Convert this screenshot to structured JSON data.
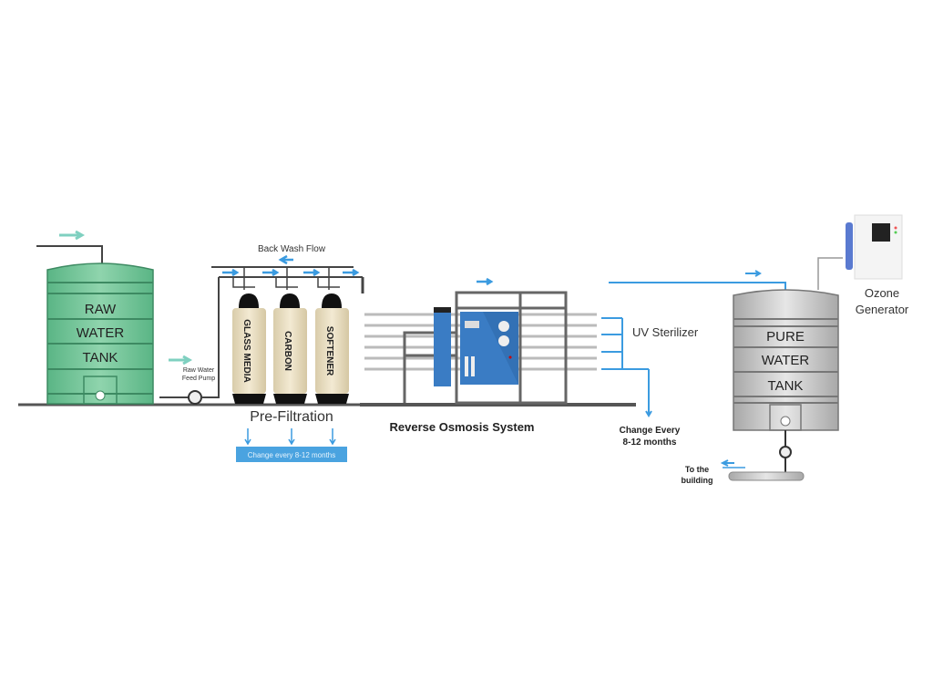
{
  "raw_tank": {
    "lines": [
      "RAW",
      "WATER",
      "TANK"
    ],
    "color": "#6fc294"
  },
  "pump_label": [
    "Raw Water",
    "Feed Pump"
  ],
  "backwash_label": "Back Wash Flow",
  "vessels": [
    "GLASS MEDIA",
    "CARBON",
    "SOFTENER"
  ],
  "prefiltration": {
    "title": "Pre-Filtration",
    "note": "Change every 8-12 months"
  },
  "ro": {
    "title": "Reverse Osmosis System",
    "panel_color": "#3a7cc4"
  },
  "uv": {
    "title": "UV Sterilizer",
    "note": [
      "Change Every",
      "8-12 months"
    ]
  },
  "pure_tank": {
    "lines": [
      "PURE",
      "WATER",
      "TANK"
    ],
    "color": "#c9c9c9"
  },
  "ozone": {
    "lines": [
      "Ozone",
      "Generator"
    ]
  },
  "outlet_label": [
    "To the",
    "building"
  ],
  "colors": {
    "flow_blue": "#3b9be0",
    "flow_teal": "#7fd0c0",
    "pipe": "#555555"
  }
}
